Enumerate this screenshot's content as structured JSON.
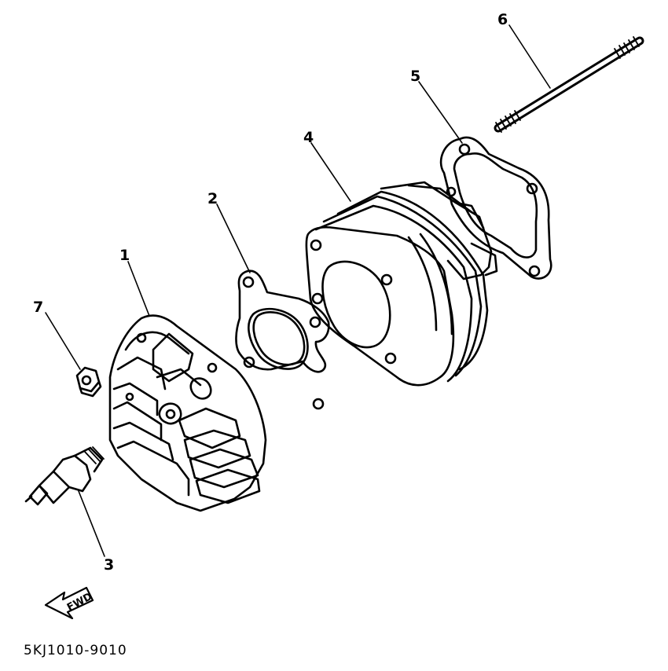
{
  "parts": [
    {
      "id": "1",
      "label": "1"
    },
    {
      "id": "2",
      "label": "2"
    },
    {
      "id": "3",
      "label": "3"
    },
    {
      "id": "4",
      "label": "4"
    },
    {
      "id": "5",
      "label": "5"
    },
    {
      "id": "6",
      "label": "6"
    },
    {
      "id": "7",
      "label": "7"
    }
  ],
  "direction_label": "FWD",
  "diagram_code": "5KJ1010-9010"
}
